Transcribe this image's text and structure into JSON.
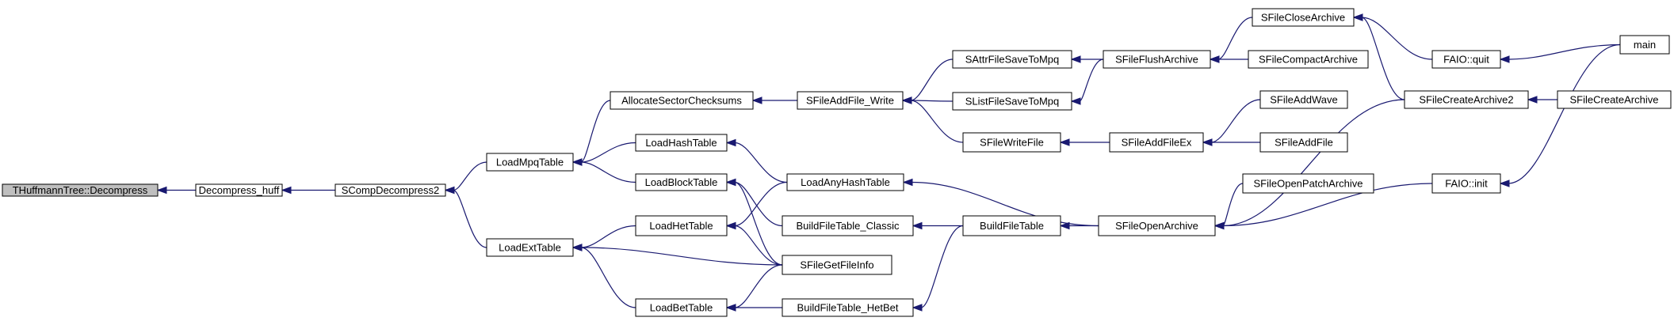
{
  "colors": {
    "edge": "#191970",
    "node_fill": "#ffffff",
    "focus_fill": "#bfbfbf",
    "border": "#000000"
  },
  "graph": {
    "focus": "huff_decompress",
    "nodes": [
      {
        "id": "huff_decompress",
        "label": "THuffmannTree::Decompress"
      },
      {
        "id": "decompress_huff",
        "label": "Decompress_huff"
      },
      {
        "id": "scompdecompress2",
        "label": "SCompDecompress2"
      },
      {
        "id": "loadmpqtable",
        "label": "LoadMpqTable"
      },
      {
        "id": "loadexttable",
        "label": "LoadExtTable"
      },
      {
        "id": "allocatesectorchecksums",
        "label": "AllocateSectorChecksums"
      },
      {
        "id": "loadhashtable",
        "label": "LoadHashTable"
      },
      {
        "id": "loadblocktable",
        "label": "LoadBlockTable"
      },
      {
        "id": "loadhettable",
        "label": "LoadHetTable"
      },
      {
        "id": "loadbettable",
        "label": "LoadBetTable"
      },
      {
        "id": "sfileaddfile_write",
        "label": "SFileAddFile_Write"
      },
      {
        "id": "loadanyhashtable",
        "label": "LoadAnyHashTable"
      },
      {
        "id": "buildfiletable_classic",
        "label": "BuildFileTable_Classic"
      },
      {
        "id": "sfilegetfileinfo",
        "label": "SFileGetFileInfo"
      },
      {
        "id": "buildfiletable_hetbet",
        "label": "BuildFileTable_HetBet"
      },
      {
        "id": "sattrfilesavetompq",
        "label": "SAttrFileSaveToMpq"
      },
      {
        "id": "slistfilesavetompq",
        "label": "SListFileSaveToMpq"
      },
      {
        "id": "sfilewritefile",
        "label": "SFileWriteFile"
      },
      {
        "id": "buildfiletable",
        "label": "BuildFileTable"
      },
      {
        "id": "sfileflusharchive",
        "label": "SFileFlushArchive"
      },
      {
        "id": "sfileaddfileex",
        "label": "SFileAddFileEx"
      },
      {
        "id": "sfileopenarchive",
        "label": "SFileOpenArchive"
      },
      {
        "id": "sfileclosearchive",
        "label": "SFileCloseArchive"
      },
      {
        "id": "sfilecompactarchive",
        "label": "SFileCompactArchive"
      },
      {
        "id": "sfileaddwave",
        "label": "SFileAddWave"
      },
      {
        "id": "sfileaddfile",
        "label": "SFileAddFile"
      },
      {
        "id": "sfileopenpatcharchive",
        "label": "SFileOpenPatchArchive"
      },
      {
        "id": "sfilecreatearchive2",
        "label": "SFileCreateArchive2"
      },
      {
        "id": "faio_init",
        "label": "FAIO::init"
      },
      {
        "id": "faio_quit",
        "label": "FAIO::quit"
      },
      {
        "id": "sfilecreatearchive",
        "label": "SFileCreateArchive"
      },
      {
        "id": "main",
        "label": "main"
      }
    ],
    "edges": [
      {
        "from": "decompress_huff",
        "to": "huff_decompress"
      },
      {
        "from": "scompdecompress2",
        "to": "decompress_huff"
      },
      {
        "from": "loadmpqtable",
        "to": "scompdecompress2"
      },
      {
        "from": "loadexttable",
        "to": "scompdecompress2"
      },
      {
        "from": "allocatesectorchecksums",
        "to": "loadmpqtable"
      },
      {
        "from": "loadhashtable",
        "to": "loadmpqtable"
      },
      {
        "from": "loadblocktable",
        "to": "loadmpqtable"
      },
      {
        "from": "loadhettable",
        "to": "loadexttable"
      },
      {
        "from": "sfilegetfileinfo",
        "to": "loadexttable"
      },
      {
        "from": "loadbettable",
        "to": "loadexttable"
      },
      {
        "from": "sfileaddfile_write",
        "to": "allocatesectorchecksums"
      },
      {
        "from": "loadanyhashtable",
        "to": "loadhashtable"
      },
      {
        "from": "buildfiletable_classic",
        "to": "loadblocktable"
      },
      {
        "from": "sfilegetfileinfo",
        "to": "loadblocktable"
      },
      {
        "from": "loadanyhashtable",
        "to": "loadhettable"
      },
      {
        "from": "sfilegetfileinfo",
        "to": "loadhettable"
      },
      {
        "from": "sfilegetfileinfo",
        "to": "loadbettable"
      },
      {
        "from": "buildfiletable_hetbet",
        "to": "loadbettable"
      },
      {
        "from": "sattrfilesavetompq",
        "to": "sfileaddfile_write"
      },
      {
        "from": "slistfilesavetompq",
        "to": "sfileaddfile_write"
      },
      {
        "from": "sfilewritefile",
        "to": "sfileaddfile_write"
      },
      {
        "from": "sfileopenarchive",
        "to": "loadanyhashtable"
      },
      {
        "from": "buildfiletable",
        "to": "buildfiletable_classic"
      },
      {
        "from": "buildfiletable",
        "to": "buildfiletable_hetbet"
      },
      {
        "from": "sfileflusharchive",
        "to": "sattrfilesavetompq"
      },
      {
        "from": "sfileflusharchive",
        "to": "slistfilesavetompq"
      },
      {
        "from": "sfileaddfileex",
        "to": "sfilewritefile"
      },
      {
        "from": "sfileopenarchive",
        "to": "buildfiletable"
      },
      {
        "from": "sfileclosearchive",
        "to": "sfileflusharchive"
      },
      {
        "from": "sfilecompactarchive",
        "to": "sfileflusharchive"
      },
      {
        "from": "sfileaddwave",
        "to": "sfileaddfileex"
      },
      {
        "from": "sfileaddfile",
        "to": "sfileaddfileex"
      },
      {
        "from": "sfileopenpatcharchive",
        "to": "sfileopenarchive"
      },
      {
        "from": "sfilecreatearchive2",
        "to": "sfileopenarchive"
      },
      {
        "from": "faio_init",
        "to": "sfileopenarchive"
      },
      {
        "from": "faio_quit",
        "to": "sfileclosearchive"
      },
      {
        "from": "sfilecreatearchive2",
        "to": "sfileclosearchive"
      },
      {
        "from": "main",
        "to": "faio_quit"
      },
      {
        "from": "main",
        "to": "faio_init"
      },
      {
        "from": "sfilecreatearchive",
        "to": "sfilecreatearchive2"
      }
    ]
  }
}
